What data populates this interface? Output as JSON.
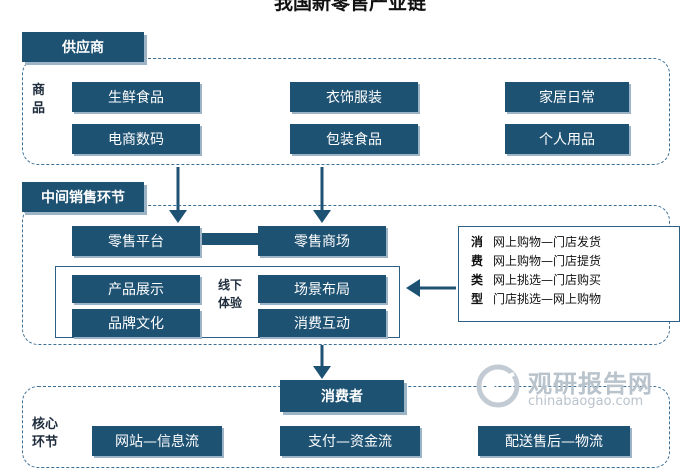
{
  "title": "我国新零售产业链",
  "supplier": {
    "header": "供应商",
    "side_label": "商\n品",
    "items": [
      "生鲜食品",
      "衣饰服装",
      "家居日常",
      "电商数码",
      "包装食品",
      "个人用品"
    ]
  },
  "middle": {
    "header": "中间销售环节",
    "platform": "零售平台",
    "store": "零售商场",
    "offline_label": "线下\n体验",
    "offline_left": [
      "产品展示",
      "品牌文化"
    ],
    "offline_right": [
      "场景布局",
      "消费互动"
    ]
  },
  "consumption_types": {
    "side_label": [
      "消",
      "费",
      "类",
      "型"
    ],
    "rows": [
      "网上购物—门店发货",
      "网上购物—门店提货",
      "网上挑选—门店购买",
      "门店挑选—网上购物"
    ]
  },
  "consumer": {
    "label": "消费者"
  },
  "core": {
    "side_label": "核心\n环节",
    "items": [
      "网站—信息流",
      "支付—资金流",
      "配送售后—物流"
    ]
  },
  "watermark": {
    "cn": "观研报告网",
    "en": "chinabaogao.com"
  },
  "colors": {
    "box": "#1e5273",
    "dashed": "#3d6f95",
    "shadow": "#9db3c6"
  }
}
